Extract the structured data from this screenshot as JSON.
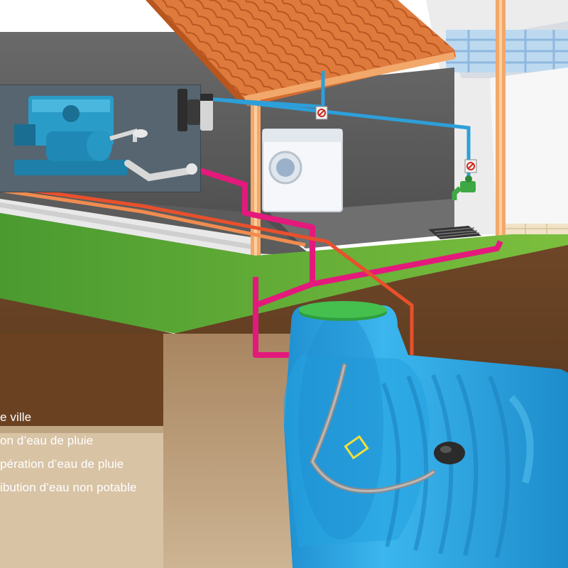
{
  "legend": {
    "items": [
      "e ville",
      "on d’eau de pluie",
      "pération d’eau de pluie",
      "ibution d’eau non potable"
    ]
  },
  "colors": {
    "city_water_pipe": "#2d9fd9",
    "rainwater_pipe": "#f08c50",
    "recovery_pipe": "#e8502c",
    "non_potable_pipe": "#e4197c",
    "tank": "#2aa7e0",
    "tank_lid": "#37b34a",
    "roof_tile": "#e07a3c",
    "grass": "#5ea434",
    "soil": "#6b4424"
  },
  "icons": [
    "pump-unit-icon",
    "filter-icon",
    "washing-machine-icon",
    "garden-tap-icon",
    "non-potable-sign-icon",
    "float-icon",
    "drain-grate-icon"
  ]
}
